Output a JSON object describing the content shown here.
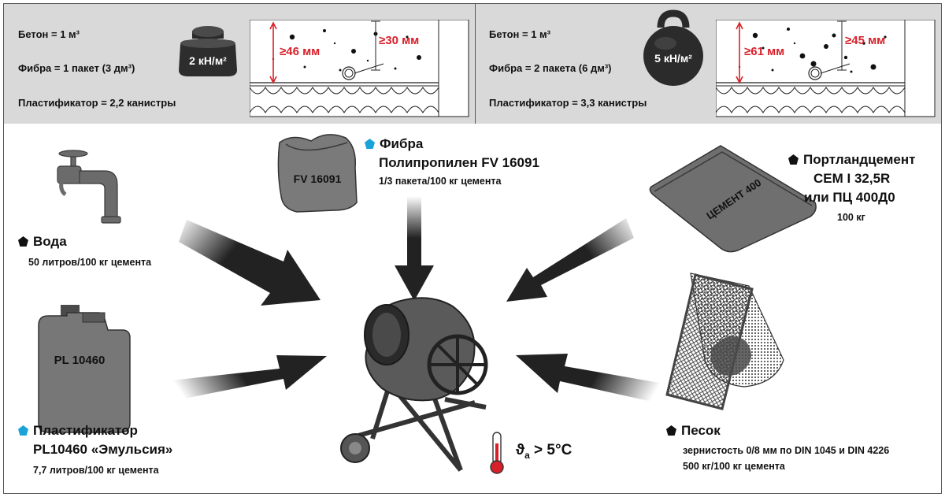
{
  "left_panel": {
    "concrete": "Бетон = 1 м³",
    "fiber": "Фибра = 1 пакет (3 дм³)",
    "plasticizer": "Пластификатор = 2,2 канистры",
    "load": "2 кН/м²",
    "thickness": "≥46 мм",
    "cover": "≥30 мм"
  },
  "right_panel": {
    "concrete": "Бетон = 1 м³",
    "fiber": "Фибра = 2 пакета (6 дм³)",
    "plasticizer": "Пластификатор = 3,3 канистры",
    "load": "5 кН/м²",
    "thickness": "≥61 мм",
    "cover": "≥45 мм"
  },
  "water": {
    "title": "Вода",
    "amount": "50 литров/100 кг цемента",
    "bullet_color": "#111111"
  },
  "fiber": {
    "title": "Фибра",
    "product": "Полипропилен FV 16091",
    "amount": "1/3 пакета/100 кг цемента",
    "bag_label": "FV 16091",
    "bullet_color": "#1aa3d9"
  },
  "cement": {
    "title": "Портландцемент",
    "grade1": "CEM I 32,5R",
    "grade2": "или ПЦ 400Д0",
    "amount": "100 кг",
    "bag_label": "ЦЕМЕНТ 400",
    "bullet_color": "#111111"
  },
  "plasticizer": {
    "title": "Пластификатор",
    "product": "PL10460 «Эмульсия»",
    "amount": "7,7 литров/100 кг цемента",
    "canister_label": "PL 10460",
    "bullet_color": "#1aa3d9"
  },
  "sand": {
    "title": "Песок",
    "grain": "зернистость 0/8 мм по DIN 1045 и DIN 4226",
    "amount": "500 кг/100 кг цемента",
    "bullet_color": "#111111"
  },
  "temperature": {
    "label": "ϑ",
    "subscript": "a",
    "condition": "> 5°C"
  },
  "icons": {
    "water": "tap-icon",
    "fiber": "fiber-bag-icon",
    "cement": "cement-bag-icon",
    "plasticizer": "canister-icon",
    "sand": "sieve-icon",
    "mixer": "concrete-mixer-icon",
    "thermometer": "thermometer-icon"
  }
}
